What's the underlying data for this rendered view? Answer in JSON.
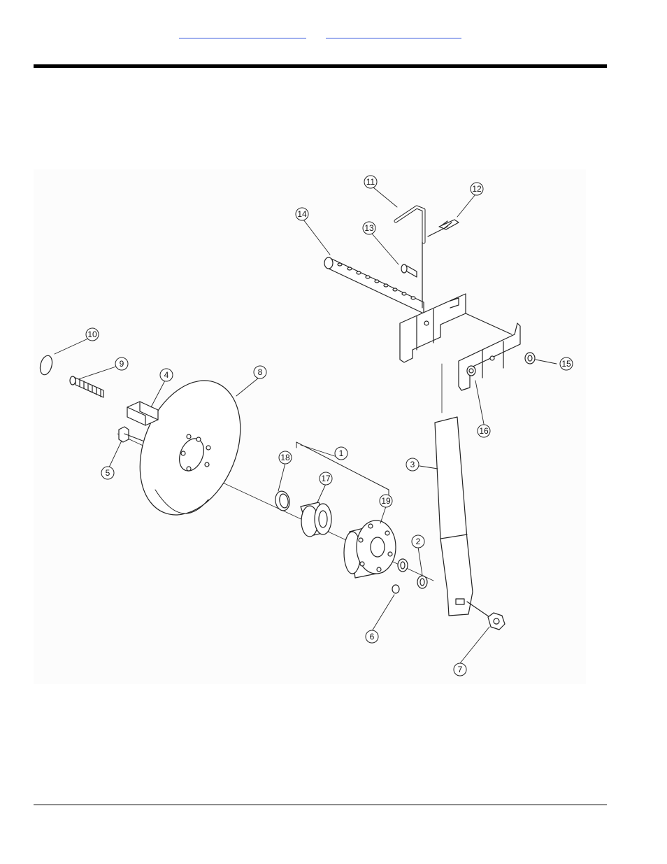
{
  "header": {
    "links": [
      {
        "label": ""
      },
      {
        "label": ""
      }
    ]
  },
  "diagram": {
    "callouts": [
      {
        "id": "c1",
        "label": "1"
      },
      {
        "id": "c2",
        "label": "2"
      },
      {
        "id": "c3",
        "label": "3"
      },
      {
        "id": "c4",
        "label": "4"
      },
      {
        "id": "c5",
        "label": "5"
      },
      {
        "id": "c6",
        "label": "6"
      },
      {
        "id": "c7",
        "label": "7"
      },
      {
        "id": "c8",
        "label": "8"
      },
      {
        "id": "c9",
        "label": "9"
      },
      {
        "id": "c10",
        "label": "10"
      },
      {
        "id": "c11",
        "label": "11"
      },
      {
        "id": "c12",
        "label": "12"
      },
      {
        "id": "c13",
        "label": "13"
      },
      {
        "id": "c14",
        "label": "14"
      },
      {
        "id": "c15",
        "label": "15"
      },
      {
        "id": "c16",
        "label": "16"
      },
      {
        "id": "c17",
        "label": "17"
      },
      {
        "id": "c18",
        "label": "18"
      },
      {
        "id": "c19",
        "label": "19"
      }
    ]
  }
}
